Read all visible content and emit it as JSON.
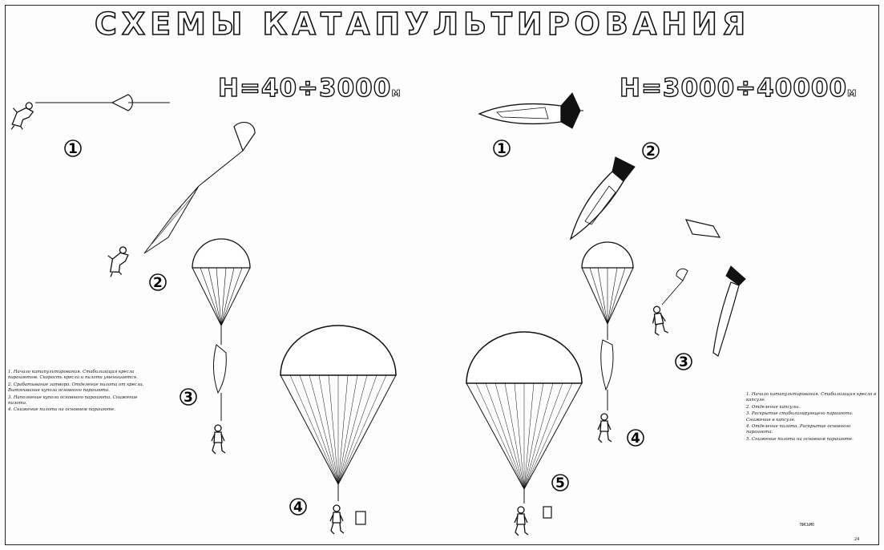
{
  "title": "СХЕМЫ КАТАПУЛЬТИРОВАНИЯ",
  "altitude_low": {
    "range": "Н=40÷3000",
    "unit": "м"
  },
  "altitude_high": {
    "range": "Н=3000÷40000",
    "unit": "м"
  },
  "steps_low": [
    "1",
    "2",
    "3",
    "4"
  ],
  "steps_high": [
    "1",
    "2",
    "3",
    "4",
    "5"
  ],
  "notes_left": [
    "1. Начало катапультирования. Стабилизация кресла парашютом. Скорость кресла и пилота уменьшается.",
    "2. Срабатывание затвора. Отделение пилота от кресла. Вытягивание купола основного парашюта.",
    "3. Наполнение купола основного парашюта. Снижение пилота.",
    "4. Снижение пилота на основном парашюте."
  ],
  "notes_right": [
    "1. Начало катапультирования. Стабилизация кресла в капсуле.",
    "2. Отделение капсулы.",
    "3. Раскрытие стабилизирующего парашюта. Снижение в капсуле.",
    "4. Отделение пилота. Раскрытие основного парашюта.",
    "5. Снижение пилота на основном парашюте."
  ],
  "stamp": "ПИСЬМО",
  "sheet_no": "24"
}
